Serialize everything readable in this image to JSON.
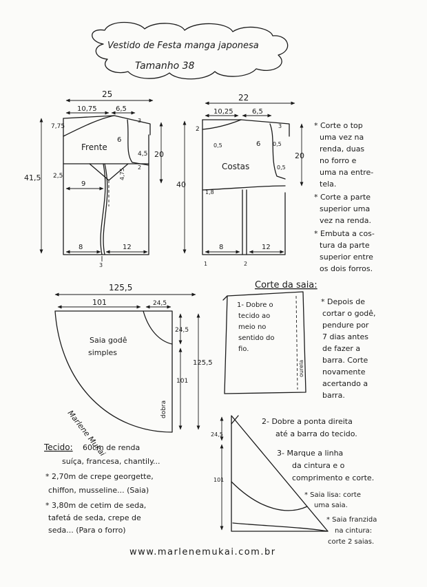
{
  "title": {
    "line1": "Vestido de Festa manga japonesa",
    "line2": "Tamanho 38"
  },
  "front": {
    "label": "Frente",
    "width": "25",
    "top_left": "10,75",
    "top_right": "6,5",
    "height_total": "41,5",
    "height_bodice": "20",
    "neck": "7,75",
    "waist_side": "2,5",
    "shoulder": "6",
    "armhole": "4,5",
    "dart": "4,75",
    "lower_left": "9",
    "bottom_left": "8",
    "bottom_right": "12",
    "small_side": "3",
    "small_mark": "2",
    "marker_bottom": "3"
  },
  "back": {
    "label": "Costas",
    "width": "22",
    "top_left": "10,25",
    "top_right": "6,5",
    "height_total": "40",
    "height_bodice": "20",
    "neck": "2",
    "shoulder": "6",
    "seam_left": "0,5",
    "seam_right": "0,5",
    "armhole": "0,5",
    "hem_mark": "1,8",
    "bottom_left": "8",
    "bottom_right": "12",
    "marker_left": "1",
    "marker_right": "2",
    "small_side": "3"
  },
  "notes_top": [
    "* Corte o top",
    "uma vez na",
    "renda, duas",
    "no forro e",
    "uma na entre-",
    "tela.",
    "* Corte a parte",
    "superior uma",
    "vez na renda.",
    "* Embuta a cos-",
    "tura da parte",
    "superior entre",
    "os dois forros."
  ],
  "skirt": {
    "label_line1": "Saia godê",
    "label_line2": "simples",
    "width_total": "125,5",
    "width_part": "101",
    "width_small": "24,5",
    "height_top": "24,5",
    "height_lower": "101",
    "height_total": "125,5",
    "fold": "dobra",
    "signature": "Marlene Mukai"
  },
  "corte_saia": {
    "heading": "Corte da saia:",
    "box_lines": [
      "1- Dobre o",
      "tecido ao",
      "meio no",
      "sentido do",
      "fio."
    ],
    "box_fold": "ourela",
    "after_lines": [
      "* Depois de",
      "cortar o godê,",
      "pendure por",
      "7 dias antes",
      "de fazer a",
      "barra. Corte",
      "novamente",
      "acertando a",
      "barra."
    ],
    "step2_lines": [
      "2- Dobre a ponta direita",
      "até a barra do tecido."
    ],
    "step3_lines": [
      "3- Marque a linha",
      "da cintura e o",
      "comprimento e corte."
    ],
    "lisa_lines": [
      "* Saia lisa: corte",
      "uma saia."
    ],
    "franzida_lines": [
      "* Saia franzida",
      "na cintura:",
      "corte 2 saias."
    ],
    "tri_top": "24,5",
    "tri_bottom": "101"
  },
  "fabric": {
    "heading": "Tecido:",
    "lines": [
      "60cm de renda",
      "suíça, francesa, chantily...",
      "* 2,70m de crepe georgette,",
      "chiffon, musseline... (Saia)",
      "* 3,80m de cetim de seda,",
      "tafetá de seda, crepe de",
      "seda... (Para o forro)"
    ]
  },
  "website": "www.marlenemukai.com.br"
}
